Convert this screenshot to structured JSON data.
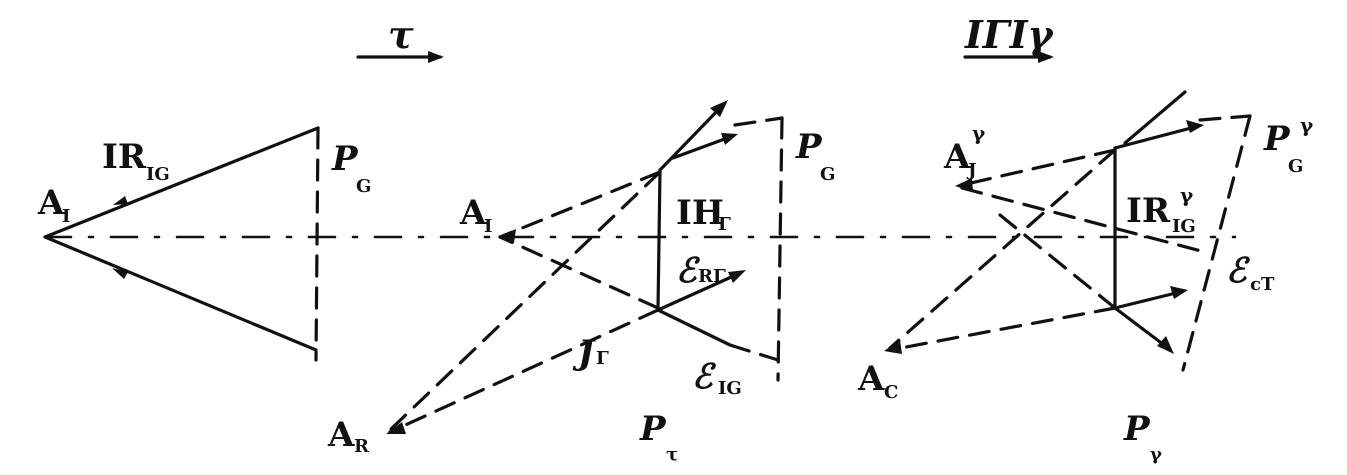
{
  "headings": {
    "left": "τ",
    "right": "ΙΓΙγ"
  },
  "labels": {
    "a1_left": {
      "main": "A",
      "sub": "I"
    },
    "r_ig_left": {
      "main": "ΙR",
      "sub": "IG"
    },
    "p_g_left": {
      "main": "P",
      "sub": "G"
    },
    "a1_mid": {
      "main": "A",
      "sub": "I"
    },
    "h_gamma": {
      "main": "ΙH",
      "sub": "Γ"
    },
    "p_g_mid": {
      "main": "P",
      "sub": "G"
    },
    "e_rg": {
      "main": "ℰ",
      "sub": "RΓ"
    },
    "e_ig": {
      "main": "ℰ",
      "sub": "IG"
    },
    "j_gamma": {
      "main": "J",
      "sub": "Γ"
    },
    "a_r": {
      "main": "A",
      "sub": "R"
    },
    "p_tau": {
      "main": "P",
      "sub": "τ"
    },
    "a_j": {
      "main": "A",
      "sub": "J",
      "sup": "γ"
    },
    "p_g_right": {
      "main": "P",
      "sub": "G",
      "sup": "γ"
    },
    "r_ig_right": {
      "main": "ΙR",
      "sub": "IG",
      "sup": "γ"
    },
    "e_ct": {
      "main": "ℰ",
      "sub": "cT"
    },
    "a_c": {
      "main": "A",
      "sub": "C"
    },
    "p_gamma": {
      "main": "P",
      "sub": "γ"
    }
  }
}
